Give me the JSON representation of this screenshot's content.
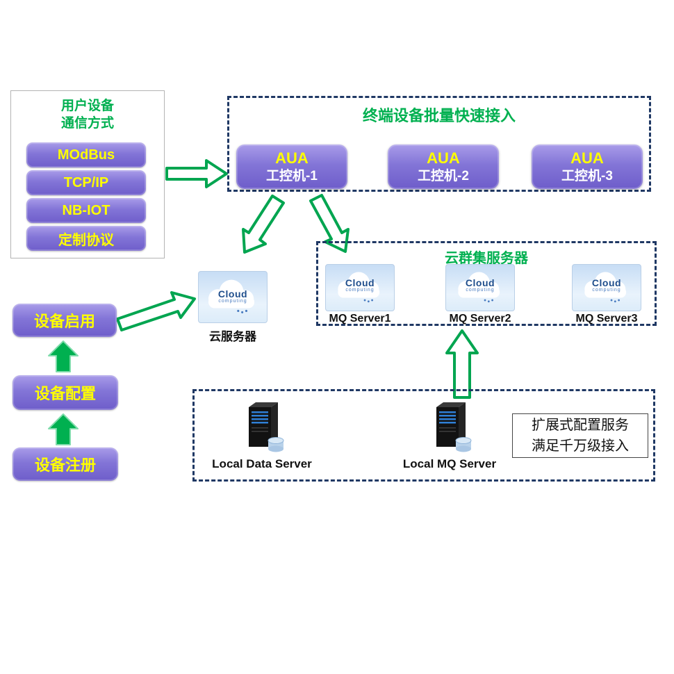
{
  "user_device_box": {
    "title_line1": "用户设备",
    "title_line2": "通信方式",
    "protocols": [
      "MOdBus",
      "TCP/IP",
      "NB-IOT",
      "定制协议"
    ]
  },
  "terminal_box": {
    "title": "终端设备批量快速接入",
    "controllers": [
      {
        "top": "AUA",
        "bottom": "工控机-1"
      },
      {
        "top": "AUA",
        "bottom": "工控机-2"
      },
      {
        "top": "AUA",
        "bottom": "工控机-3"
      }
    ]
  },
  "cluster_box": {
    "title": "云群集服务器",
    "servers": [
      "MQ Server1",
      "MQ Server2",
      "MQ Server3"
    ]
  },
  "cloud_server": {
    "label": "云服务器"
  },
  "device_steps": [
    "设备启用",
    "设备配置",
    "设备注册"
  ],
  "local_box": {
    "servers": [
      "Local Data Server",
      "Local MQ Server"
    ],
    "note_line1": "扩展式配置服务",
    "note_line2": "满足千万级接入"
  },
  "cloud_icon": {
    "title": "Cloud",
    "subtitle": "computing"
  },
  "colors": {
    "accent_green": "#00B050",
    "button_purple": "#8375D7",
    "button_text_yellow": "#FFFF00",
    "dashed_border_navy": "#1F3864",
    "arrow_green": "#00A550"
  }
}
